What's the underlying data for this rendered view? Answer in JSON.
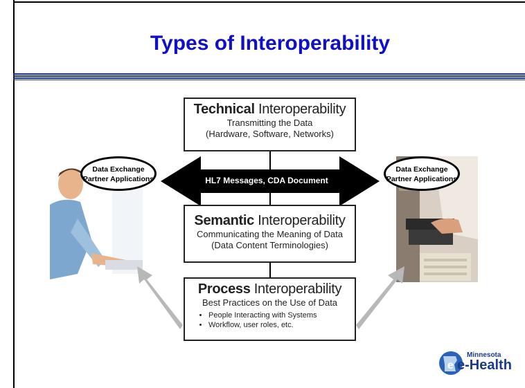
{
  "title": "Types of Interoperability",
  "technical": {
    "heading_bold": "Technical",
    "heading_rest": " Interoperability",
    "line1": "Transmitting the Data",
    "line2": "(Hardware, Software, Networks)"
  },
  "semantic": {
    "heading_bold": "Semantic",
    "heading_rest": " Interoperability",
    "line1": "Communicating the Meaning of Data",
    "line2": "(Data Content Terminologies)"
  },
  "process": {
    "heading_bold": "Process",
    "heading_rest": " Interoperability",
    "line1": "Best Practices on the Use of Data",
    "bullets": [
      "People Interacting with Systems",
      "Workflow, user roles, etc."
    ]
  },
  "arrow_label": "HL7 Messages, CDA Document",
  "left_oval": {
    "line1": "Data Exchange",
    "line2": "Partner Applications"
  },
  "right_oval": {
    "line1": "Data Exchange",
    "line2": "Partner Applications"
  },
  "logo": {
    "line1": "Minnesota",
    "line2": "e-Health"
  },
  "colors": {
    "title": "#1010c8",
    "rule": "#1c2e8c",
    "arrow": "#000000",
    "gray_arrow": "#b8b8b8"
  }
}
